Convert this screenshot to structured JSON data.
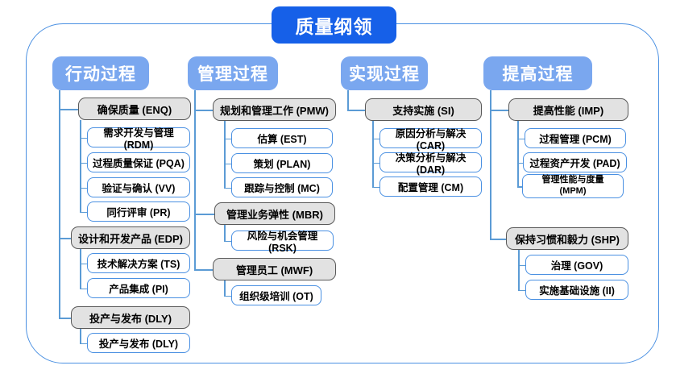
{
  "title": "质量纲领",
  "colors": {
    "title_bg": "#1660e8",
    "column_header_bg": "#7aa7ef",
    "group_fill": "#e2e2e2",
    "group_border": "#595959",
    "leaf_border": "#4a90e2",
    "frame_border": "#4a90e2",
    "connector": "#5b9bd5"
  },
  "columns": [
    {
      "header": "行动过程",
      "groups": [
        {
          "label": "确保质量 (ENQ)",
          "children": [
            "需求开发与管理 (RDM)",
            "过程质量保证 (PQA)",
            "验证与确认 (VV)",
            "同行评审 (PR)"
          ]
        },
        {
          "label": "设计和开发产品 (EDP)",
          "children": [
            "技术解决方案 (TS)",
            "产品集成 (PI)"
          ]
        },
        {
          "label": "投产与发布 (DLY)",
          "children": [
            "投产与发布 (DLY)"
          ]
        }
      ]
    },
    {
      "header": "管理过程",
      "groups": [
        {
          "label": "规划和管理工作 (PMW)",
          "children": [
            "估算 (EST)",
            "策划 (PLAN)",
            "跟踪与控制 (MC)"
          ]
        },
        {
          "label": "管理业务弹性 (MBR)",
          "children": [
            "风险与机会管理 (RSK)"
          ]
        },
        {
          "label": "管理员工 (MWF)",
          "children": [
            "组织级培训 (OT)"
          ]
        }
      ]
    },
    {
      "header": "实现过程",
      "groups": [
        {
          "label": "支持实施 (SI)",
          "children": [
            "原因分析与解决 (CAR)",
            "决策分析与解决 (DAR)",
            "配置管理 (CM)"
          ]
        }
      ]
    },
    {
      "header": "提高过程",
      "groups": [
        {
          "label": "提高性能 (IMP)",
          "children": [
            "过程管理 (PCM)",
            "过程资产开发 (PAD)",
            "管理性能与度量\n(MPM)"
          ]
        },
        {
          "label": "保持习惯和毅力 (SHP)",
          "children": [
            "治理 (GOV)",
            "实施基础设施 (II)"
          ]
        }
      ]
    }
  ]
}
